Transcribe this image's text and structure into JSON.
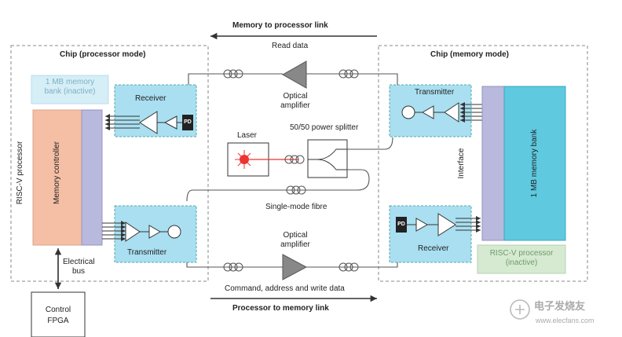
{
  "links": {
    "top_label": "Memory to processor link",
    "bottom_label": "Processor to memory link"
  },
  "left_chip": {
    "title": "Chip (processor mode)",
    "memory_bank_inactive": [
      "1 MB memory",
      "bank (inactive)"
    ],
    "processor": "RISC-V processor",
    "memory_controller": "Memory controller",
    "receiver": "Receiver",
    "transmitter": "Transmitter",
    "pd": "PD"
  },
  "right_chip": {
    "title": "Chip (memory mode)",
    "transmitter": "Transmitter",
    "receiver": "Receiver",
    "interface": "Interface",
    "memory_bank": "1 MB memory bank",
    "processor_inactive": [
      "RISC-V processor",
      "(inactive)"
    ],
    "pd": "PD"
  },
  "optics": {
    "read_data": "Read data",
    "optical_amplifier_top": [
      "Optical",
      "amplifier"
    ],
    "splitter": "50/50 power splitter",
    "laser": "Laser",
    "fibre": "Single-mode fibre",
    "optical_amplifier_bottom": [
      "Optical",
      "amplifier"
    ],
    "write_data": "Command, address and write data"
  },
  "external": {
    "electrical_bus": [
      "Electrical",
      "bus"
    ],
    "fpga": [
      "Control",
      "FPGA"
    ]
  },
  "watermark": {
    "text": "电子发烧友",
    "url": "www.elecfans.com"
  },
  "colors": {
    "cyan_box": "#a9dff0",
    "salmon": "#f5bfa5",
    "lavender": "#b9b8dd",
    "cyan_bank": "#5ec9df",
    "green_box": "#d6ead2"
  }
}
